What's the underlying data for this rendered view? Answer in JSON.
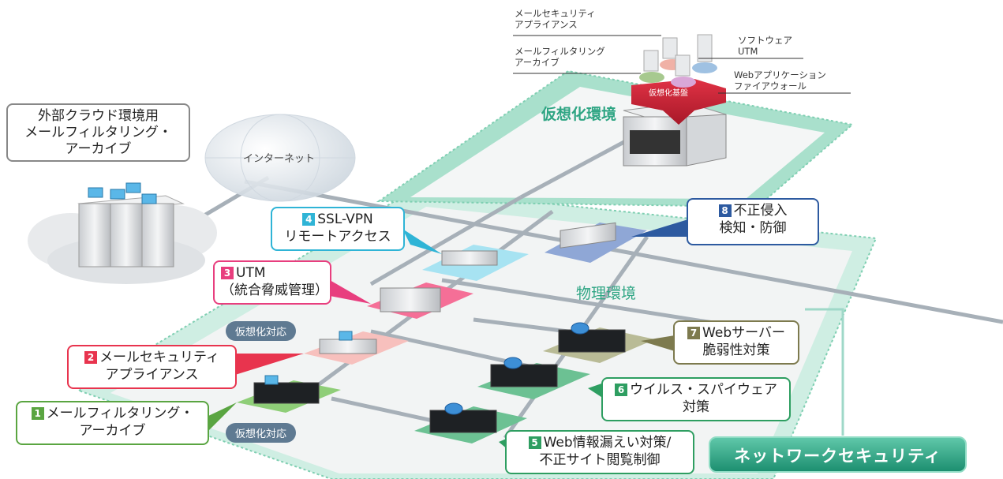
{
  "top_labels": {
    "mail_security_appliance": [
      "メールセキュリティ",
      "アプライアンス"
    ],
    "mail_filtering_archive": [
      "メールフィルタリング",
      "アーカイブ"
    ],
    "software_utm": [
      "ソフトウェア",
      "UTM"
    ],
    "web_app_firewall": [
      "Webアプリケーション",
      "ファイアウォール"
    ],
    "virtualization_base": "仮想化基盤"
  },
  "zones": {
    "virtual": "仮想化環境",
    "physical": "物理環境",
    "internet": "インターネット"
  },
  "cloud_callout": [
    "外部クラウド環境用",
    "メールフィルタリング・",
    "アーカイブ"
  ],
  "virtual_support_label": "仮想化対応",
  "callouts": [
    {
      "num": "1",
      "lines": [
        "メールフィルタリング・",
        "アーカイブ"
      ],
      "color": "#5aa541"
    },
    {
      "num": "2",
      "lines": [
        "メールセキュリティ",
        "アプライアンス"
      ],
      "color": "#e8344e"
    },
    {
      "num": "3",
      "lines": [
        "UTM",
        "（統合脅威管理）"
      ],
      "color": "#e83e7e"
    },
    {
      "num": "4",
      "lines": [
        "SSL-VPN",
        "リモートアクセス"
      ],
      "color": "#2fb4d6"
    },
    {
      "num": "5",
      "lines": [
        "Web情報漏えい対策/",
        "不正サイト閲覧制御"
      ],
      "color": "#2e9e61"
    },
    {
      "num": "6",
      "lines": [
        "ウイルス・スパイウェア",
        "対策"
      ],
      "color": "#2e9e61"
    },
    {
      "num": "7",
      "lines": [
        "Webサーバー",
        "脆弱性対策"
      ],
      "color": "#7d7a4e"
    },
    {
      "num": "8",
      "lines": [
        "不正侵入",
        "検知・防御"
      ],
      "color": "#2d5aa0"
    }
  ],
  "network_security_button": "ネットワークセキュリティ"
}
